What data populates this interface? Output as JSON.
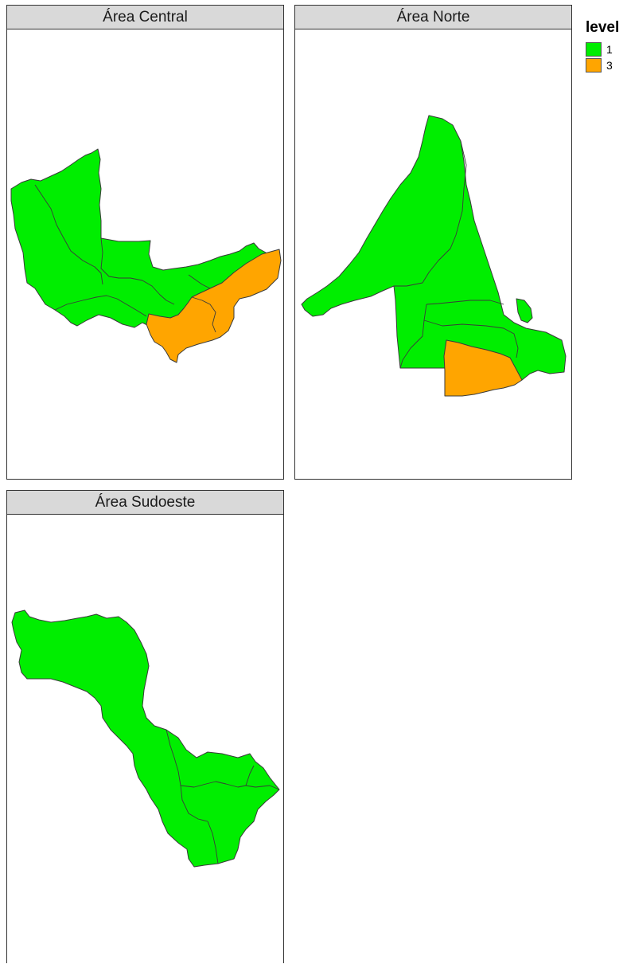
{
  "legend": {
    "title": "level",
    "items": [
      {
        "label": "1",
        "color": "#00ee00"
      },
      {
        "label": "3",
        "color": "#ffa500"
      }
    ]
  },
  "panels": [
    {
      "title": "Área Central"
    },
    {
      "title": "Área Norte"
    },
    {
      "title": "Área Sudoeste"
    }
  ],
  "colors": {
    "level_1": "#00ee00",
    "level_3": "#ffa500",
    "strip": "#d9d9d9",
    "border": "#333333"
  }
}
